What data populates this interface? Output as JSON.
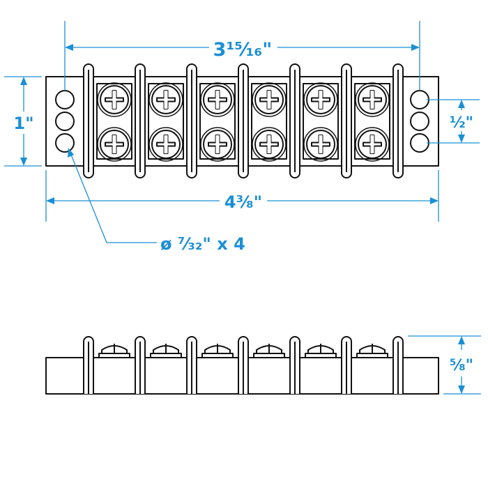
{
  "colors": {
    "accent": "#1a8fd6",
    "line": "#111111",
    "background": "#ffffff"
  },
  "dimensions": {
    "mount_span": "3¹⁵⁄₁₆\"",
    "overall_length": "4³⁄₈\"",
    "height": "1\"",
    "hole_spacing": "½\"",
    "hole_callout": "ø ⁷⁄₃₂\" x 4",
    "side_height": "⅝\""
  },
  "block": {
    "terminal_count": 6,
    "screws_per_terminal": 2,
    "holes_per_end": 3
  }
}
